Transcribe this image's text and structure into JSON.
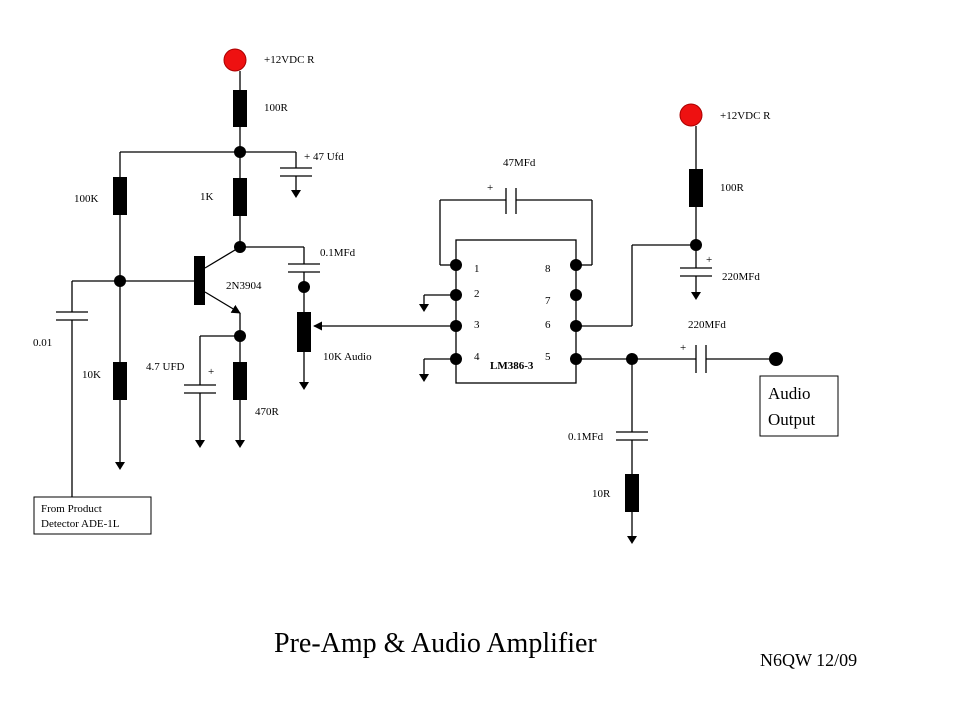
{
  "title": "Pre-Amp & Audio Amplifier",
  "signature": "N6QW 12/09",
  "labels": {
    "vcc_left": "+12VDC R",
    "vcc_right": "+12VDC R",
    "r_100_left": "100R",
    "cap_47": "+ 47 Ufd",
    "r_100k": "100K",
    "r_1k": "1K",
    "transistor": "2N3904",
    "cap_01mfd_left": "0.1MFd",
    "cap_001": "0.01",
    "cap_47ufd": "4.7 UFD",
    "r_10k": "10K",
    "r_470": "470R",
    "pot": "10K Audio",
    "cap_47mfd": "47MFd",
    "ic": "LM386-3",
    "pin1": "1",
    "pin2": "2",
    "pin3": "3",
    "pin4": "4",
    "pin5": "5",
    "pin6": "6",
    "pin7": "7",
    "pin8": "8",
    "r_100_right": "100R",
    "cap_220_right": "220MFd",
    "cap_220_out": "220MFd",
    "cap_01mfd_right": "0.1MFd",
    "r_10r": "10R",
    "from_line1": "From Product",
    "from_line2": "Detector ADE-1L",
    "audio_line1": "Audio",
    "audio_line2": "Output",
    "plus": "+"
  },
  "colors": {
    "supply_terminal": "#ee1111",
    "wire": "#000000"
  }
}
